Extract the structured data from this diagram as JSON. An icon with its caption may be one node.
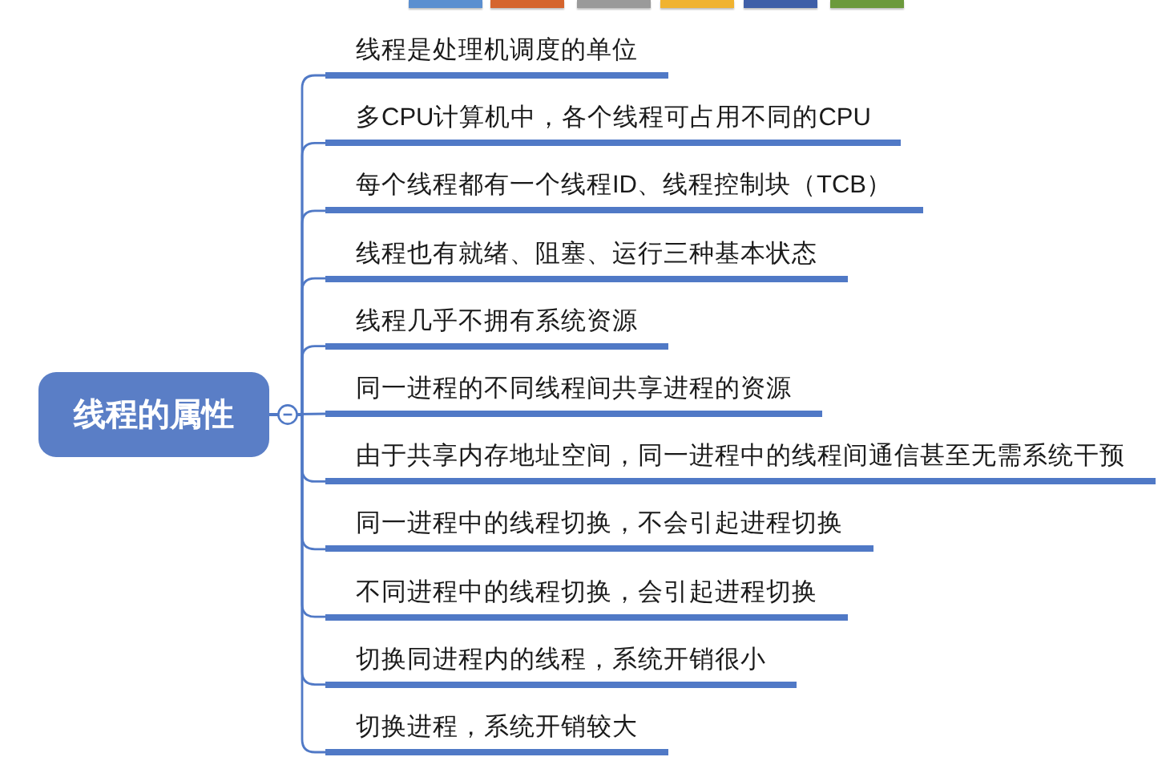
{
  "diagram": {
    "nodes": [
      {
        "text": [
          "线程的属性"
        ]
      },
      {
        "text": [
          "线程是处理机调度的单位"
        ]
      },
      {
        "text": [
          "多CPU计算机中，各个线程可占用不同的CPU"
        ]
      },
      {
        "text": [
          "每个线程都有一个线程ID、线程控制块（TCB）"
        ]
      },
      {
        "text": [
          "线程也有就绪、阻塞、运行三种基本状态"
        ]
      },
      {
        "text": [
          "线程几乎不拥有系统资源"
        ]
      },
      {
        "text": [
          "同一进程的不同线程间共享进程的资源"
        ]
      },
      {
        "text": [
          "由于共享内存地址空间，同一进程中的线程间通信甚至无需系统干预"
        ]
      },
      {
        "text": [
          "同一进程中的线程切换，不会引起进程切换"
        ]
      },
      {
        "text": [
          "不同进程中的线程切换，会引起进程切换"
        ]
      },
      {
        "text": [
          "切换同进程内的线程，系统开销很小"
        ]
      },
      {
        "text": [
          "切换进程，系统开销较大"
        ]
      }
    ],
    "edges": [
      {
        "from": 0,
        "to": 1,
        "arrow": "none"
      },
      {
        "from": 0,
        "to": 2,
        "arrow": "none"
      },
      {
        "from": 0,
        "to": 3,
        "arrow": "none"
      },
      {
        "from": 0,
        "to": 4,
        "arrow": "none"
      },
      {
        "from": 0,
        "to": 5,
        "arrow": "none"
      },
      {
        "from": 0,
        "to": 6,
        "arrow": "none"
      },
      {
        "from": 0,
        "to": 7,
        "arrow": "none"
      },
      {
        "from": 0,
        "to": 8,
        "arrow": "none"
      },
      {
        "from": 0,
        "to": 9,
        "arrow": "none"
      },
      {
        "from": 0,
        "to": 10,
        "arrow": "none"
      },
      {
        "from": 0,
        "to": 11,
        "arrow": "none"
      }
    ]
  }
}
